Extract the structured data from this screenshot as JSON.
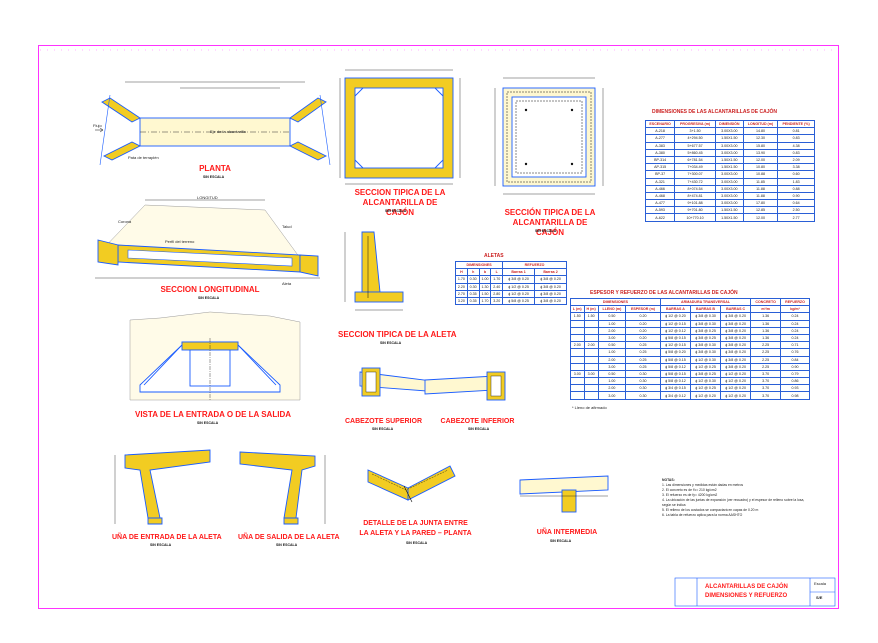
{
  "colors": {
    "border": "#ff00ff",
    "drawing": "#1a5cff",
    "concrete": "#f2cc22",
    "title": "#ff1a1a",
    "dims": "#111111",
    "table_line": "#2a5fd6"
  },
  "views": {
    "planta": {
      "title": "PLANTA",
      "scale": "SIN ESCALA"
    },
    "seccion_tipica": {
      "title": "SECCION TIPICA DE LA ALCANTARILLA DE CAJÓN",
      "scale": "SIN ESCALA"
    },
    "seccion_tipica_ref": {
      "title": "SECCIÓN TIPICA DE LA ALCANTARILLA DE CAJÓN",
      "scale": "SIN ESCALA"
    },
    "seccion_longitudinal": {
      "title": "SECCION LONGITUDINAL",
      "scale": "SIN ESCALA"
    },
    "seccion_aleta": {
      "title": "SECCION TIPICA DE LA ALETA",
      "scale": "SIN ESCALA"
    },
    "vista_entrada": {
      "title": "VISTA DE LA ENTRADA O DE LA SALIDA",
      "scale": "SIN ESCALA"
    },
    "cabezote_superior": {
      "title": "CABEZOTE SUPERIOR",
      "scale": "SIN ESCALA"
    },
    "cabezote_inferior": {
      "title": "CABEZOTE INFERIOR",
      "scale": "SIN ESCALA"
    },
    "una_entrada": {
      "title": "UÑA DE ENTRADA DE LA ALETA",
      "scale": "SIN ESCALA"
    },
    "una_salida": {
      "title": "UÑA DE SALIDA DE LA ALETA",
      "scale": "SIN ESCALA"
    },
    "detalle_junta": {
      "title": "DETALLE DE LA JUNTA ENTRE LA ALETA Y LA PARED – PLANTA",
      "scale": "SIN ESCALA"
    },
    "una_intermedia": {
      "title": "UÑA INTERMEDIA",
      "scale": "SIN ESCALA"
    }
  },
  "labels": {
    "eje": "Eje de la alcantarilla",
    "flujo": "Flujo",
    "pata": "Pata de terraplén",
    "longitud": "LONGITUD",
    "perfil": "Perfil del terreno",
    "corona": "Corona",
    "talud": "Talud",
    "aleta": "Aleta"
  },
  "dim_table": {
    "title": "DIMENSIONES DE LAS ALCANTARILLAS DE CAJÓN",
    "headers": [
      "ESCENARIO",
      "PROGRESIVA (m)",
      "DIMENSIÓN",
      "LONGITUD (m)",
      "PENDIENTE (%)"
    ],
    "rows": [
      [
        "A-218",
        "3+1.50",
        "3.00X3.00",
        "14.80",
        "0.81"
      ],
      [
        "A-277",
        "4+294.50",
        "1.50X1.50",
        "12.30",
        "0.83"
      ],
      [
        "A-383",
        "5+677.57",
        "3.00X3.00",
        "15.80",
        "4.38"
      ],
      [
        "A-380",
        "5+860.45",
        "3.00X3.00",
        "13.90",
        "0.83"
      ],
      [
        "BP-314",
        "6+781.54",
        "1.50X1.50",
        "12.00",
        "2.09"
      ],
      [
        "AP-315",
        "7+034.49",
        "1.50X1.50",
        "10.80",
        "3.38"
      ],
      [
        "BP-37",
        "7+300.07",
        "3.00X3.00",
        "10.88",
        "0.60"
      ],
      [
        "A-321",
        "7+430.72",
        "3.00X3.00",
        "11.85",
        "1.83"
      ],
      [
        "A-466",
        "8+074.54",
        "3.00X3.00",
        "11.88",
        "0.88"
      ],
      [
        "A-468",
        "8+474.81",
        "3.00X3.00",
        "11.88",
        "0.90"
      ],
      [
        "A-477",
        "9+101.88",
        "3.00X3.00",
        "17.80",
        "0.64"
      ],
      [
        "A-593",
        "9+701.80",
        "1.50X1.50",
        "12.85",
        "2.50"
      ],
      [
        "A-622",
        "10+770.10",
        "1.50X1.50",
        "12.00",
        "2.77"
      ]
    ]
  },
  "alturas_table": {
    "title": "ALETAS",
    "group_headers": [
      "DIMENSIONES",
      "REFUERZO"
    ],
    "headers": [
      "H",
      "h",
      "b",
      "L",
      "Barras 1",
      "Barras 2"
    ],
    "rows": [
      [
        "1.70",
        "0.30",
        "1.00",
        "1.70",
        "ϕ 3/8 @ 0.20",
        "ϕ 3/8 @ 0.20"
      ],
      [
        "2.20",
        "0.30",
        "1.30",
        "2.40",
        "ϕ 1/2 @ 0.25",
        "ϕ 3/8 @ 0.20"
      ],
      [
        "2.70",
        "0.35",
        "1.50",
        "2.80",
        "ϕ 1/2 @ 0.20",
        "ϕ 3/8 @ 0.20"
      ],
      [
        "3.20",
        "0.35",
        "1.70",
        "3.20",
        "ϕ 5/8 @ 0.25",
        "ϕ 3/8 @ 0.20"
      ]
    ]
  },
  "refuerzo_table": {
    "title": "ESPESOR Y REFUERZO DE LAS ALCANTARILLAS DE CAJÓN",
    "group_headers": [
      "DIMENSIONES",
      "ARMADURA TRANSVERSAL",
      "CONCRETO",
      "REFUERZO"
    ],
    "headers": [
      "L (m)",
      "H (m)",
      "LLENO (m)",
      "ESPESOR (m)",
      "BARRAS A",
      "BARRAS B",
      "BARRAS C",
      "m³/m",
      "kg/m³"
    ],
    "rows": [
      [
        "1.50",
        "1.50",
        "0.50",
        "0.20",
        "ϕ 1/2 @ 0.20",
        "ϕ 3/8 @ 0.30",
        "ϕ 3/8 @ 0.20",
        "1.36",
        "0.24"
      ],
      [
        "",
        "",
        "1.00",
        "0.20",
        "ϕ 1/2 @ 0.15",
        "ϕ 3/8 @ 0.30",
        "ϕ 3/8 @ 0.20",
        "1.36",
        "0.24"
      ],
      [
        "",
        "",
        "2.00",
        "0.20",
        "ϕ 1/2 @ 0.12",
        "ϕ 3/8 @ 0.25",
        "ϕ 3/8 @ 0.20",
        "1.36",
        "0.24"
      ],
      [
        "",
        "",
        "3.00",
        "0.20",
        "ϕ 5/8 @ 0.15",
        "ϕ 3/8 @ 0.25",
        "ϕ 3/8 @ 0.20",
        "1.36",
        "0.24"
      ],
      [
        "2.00",
        "2.00",
        "0.50",
        "0.25",
        "ϕ 1/2 @ 0.15",
        "ϕ 3/8 @ 0.30",
        "ϕ 3/8 @ 0.20",
        "2.25",
        "0.71"
      ],
      [
        "",
        "",
        "1.00",
        "0.25",
        "ϕ 5/8 @ 0.20",
        "ϕ 3/8 @ 0.30",
        "ϕ 3/8 @ 0.20",
        "2.25",
        "0.76"
      ],
      [
        "",
        "",
        "2.00",
        "0.25",
        "ϕ 5/8 @ 0.15",
        "ϕ 1/2 @ 0.30",
        "ϕ 3/8 @ 0.20",
        "2.25",
        "0.84"
      ],
      [
        "",
        "",
        "3.00",
        "0.25",
        "ϕ 5/8 @ 0.12",
        "ϕ 1/2 @ 0.25",
        "ϕ 3/8 @ 0.20",
        "2.25",
        "0.90"
      ],
      [
        "3.00",
        "3.00",
        "0.50",
        "0.30",
        "ϕ 5/8 @ 0.15",
        "ϕ 3/8 @ 0.25",
        "ϕ 1/2 @ 0.20",
        "3.70",
        "0.79"
      ],
      [
        "",
        "",
        "1.00",
        "0.30",
        "ϕ 5/8 @ 0.12",
        "ϕ 1/2 @ 0.30",
        "ϕ 1/2 @ 0.20",
        "3.70",
        "0.86"
      ],
      [
        "",
        "",
        "2.00",
        "0.30",
        "ϕ 3/4 @ 0.15",
        "ϕ 1/2 @ 0.25",
        "ϕ 1/2 @ 0.20",
        "3.70",
        "0.93"
      ],
      [
        "",
        "",
        "3.00",
        "0.30",
        "ϕ 3/4 @ 0.12",
        "ϕ 1/2 @ 0.20",
        "ϕ 1/2 @ 0.20",
        "3.70",
        "0.98"
      ]
    ],
    "footnote": "* Lleno de afirmado"
  },
  "notes": {
    "title": "NOTAS:",
    "items": [
      "1. Las dimensiones y medidas están dadas en metros",
      "2. El concreto es de f'c= 210 kg/cm2",
      "3. El refuerzo es de fy= 4200 kg/cm2",
      "4. La ubicación de las juntas de expansión (ver recuadro) y el espesor de relleno sobre la losa, según se indica",
      "5. El relleno de los costados se compactará en capas de 0.20 m",
      "6. La tabla de refuerzo aplica para la norma AASHTO"
    ]
  },
  "title_block": {
    "title": "ALCANTARILLAS DE CAJÓN",
    "subtitle": "DIMENSIONES Y REFUERZO",
    "sheet_label": "Escala",
    "sheet_value": "S/E"
  }
}
